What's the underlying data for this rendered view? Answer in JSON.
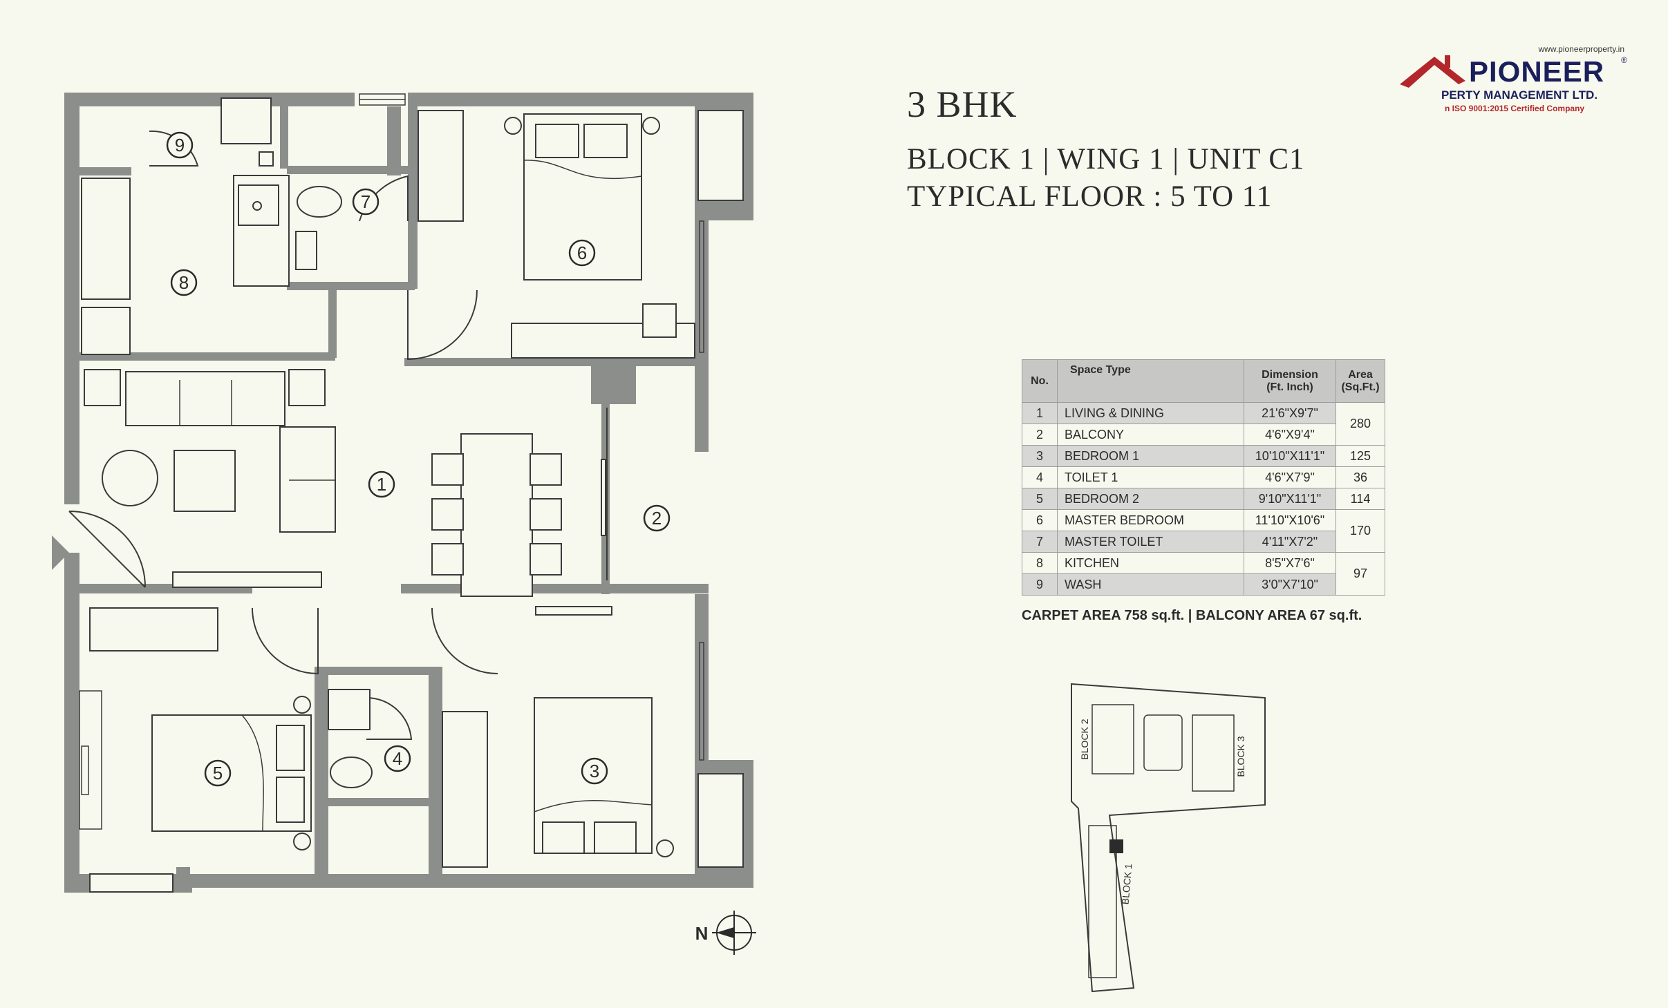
{
  "title": "3 BHK",
  "subtitle_line1": "BLOCK 1  |  WING 1  |  UNIT C1",
  "subtitle_line2": "TYPICAL FLOOR : 5 TO 11",
  "logo": {
    "url": "www.pioneerproperty.in",
    "brand": "PIONEER",
    "reg": "®",
    "mgmt": "PERTY MANAGEMENT LTD.",
    "iso": "n ISO 9001:2015 Certified Company",
    "colors": {
      "primary": "#1a1f5c",
      "accent": "#b3262b"
    }
  },
  "table": {
    "headers": {
      "no": "No.",
      "space": "Space Type",
      "dim": "Dimension\n(Ft. Inch)",
      "area": "Area\n(Sq.Ft.)"
    },
    "rows": [
      {
        "no": "1",
        "space": "LIVING & DINING",
        "dim": "21'6\"X9'7\""
      },
      {
        "no": "2",
        "space": "BALCONY",
        "dim": "4'6\"X9'4\""
      },
      {
        "no": "3",
        "space": "BEDROOM 1",
        "dim": "10'10\"X11'1\""
      },
      {
        "no": "4",
        "space": "TOILET 1",
        "dim": "4'6\"X7'9\""
      },
      {
        "no": "5",
        "space": "BEDROOM 2",
        "dim": "9'10\"X11'1\""
      },
      {
        "no": "6",
        "space": "MASTER BEDROOM",
        "dim": "11'10\"X10'6\""
      },
      {
        "no": "7",
        "space": "MASTER TOILET",
        "dim": "4'11\"X7'2\""
      },
      {
        "no": "8",
        "space": "KITCHEN",
        "dim": "8'5\"X7'6\""
      },
      {
        "no": "9",
        "space": "WASH",
        "dim": "3'0\"X7'10\""
      }
    ],
    "areas": [
      "280",
      "125",
      "36",
      "114",
      "170",
      "97"
    ]
  },
  "footer": "CARPET AREA 758 sq.ft.  |  BALCONY AREA 67 sq.ft.",
  "plan": {
    "room_numbers": [
      "1",
      "2",
      "3",
      "4",
      "5",
      "6",
      "7",
      "8",
      "9"
    ],
    "north_label": "N"
  },
  "key_plan": {
    "block1": "BLOCK 1",
    "block2": "BLOCK 2",
    "block3": "BLOCK 3"
  },
  "colors": {
    "background": "#f8f9ee",
    "wall": "#8b8e8a",
    "header": "#c7c8c6"
  }
}
